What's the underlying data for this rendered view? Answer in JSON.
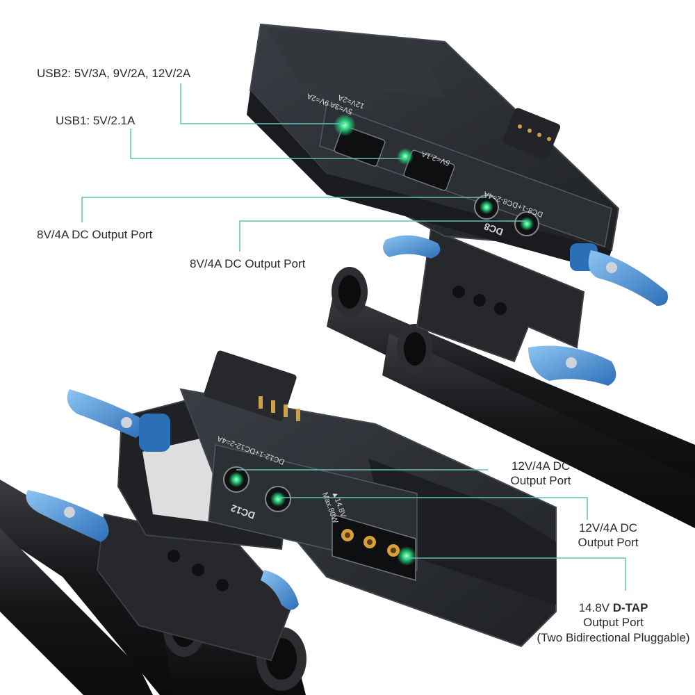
{
  "colors": {
    "background": "#ffffff",
    "device_body": "#2a2c30",
    "device_edge": "#3b3e44",
    "rod": "#1a1b1e",
    "knob_blue": "#3f8fd6",
    "led_green": "#27d07a",
    "callout_line": "#5fc3b9",
    "dtap_contact": "#d8a03a"
  },
  "callouts": {
    "usb2": "USB2: 5V/3A, 9V/2A, 12V/2A",
    "usb1": "USB1: 5V/2.1A",
    "dc8_port_1": "8V/4A DC Output Port",
    "dc8_port_2": "8V/4A DC Output Port",
    "dc12_port_1_line1": "12V/4A DC",
    "dc12_port_1_line2": "Output Port",
    "dc12_port_2_line1": "12V/4A DC",
    "dc12_port_2_line2": "Output Port",
    "dtap_line1_prefix": "14.8V ",
    "dtap_line1_strong": "D-TAP",
    "dtap_line2": "Output Port",
    "dtap_note": "(Two Bidirectional Pluggable)"
  },
  "device_markings": {
    "usb2_rating_a": "5V=3A 9V=2A",
    "usb2_rating_b": "12V=2A",
    "usb1_rating": "5V=2.1A",
    "dc8_rating": "DC8-1+DC8-2=4A",
    "dc8_name": "DC8",
    "dc12_rating": "DC12-1+DC12-2=4A",
    "dc12_name": "DC12",
    "dtap_rating_a": "▲14.8V",
    "dtap_rating_b": "Max.80W"
  }
}
